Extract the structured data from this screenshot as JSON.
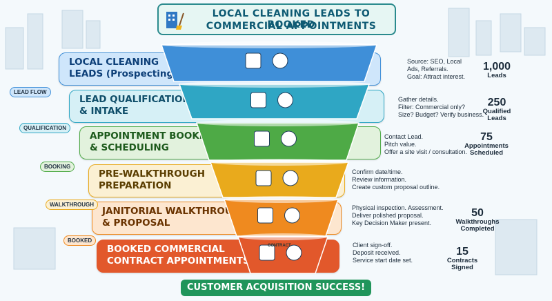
{
  "title": {
    "line1": "LOCAL CLEANING LEADS TO BOOKED",
    "line2": "COMMERCIAL APPOINTMENTS"
  },
  "stages": [
    {
      "label_lines": [
        "LOCAL CLEANING",
        "LEADS (Prospecting)"
      ],
      "details": [
        "Source: SEO, Local",
        "Ads, Referrals.",
        "Goal: Attract interest."
      ],
      "metric_value": "1,000",
      "metric_unit": [
        "Leads"
      ],
      "chip": "LEAD FLOW",
      "color": "#3f8fd8"
    },
    {
      "label_lines": [
        "LEAD QUALIFICATION",
        "& INTAKE"
      ],
      "details": [
        "Gather details.",
        "Filter: Commercial only?",
        "Size? Budget? Verify business."
      ],
      "metric_value": "250",
      "metric_unit": [
        "Qualified",
        "Leads"
      ],
      "chip": "QUALIFICATION",
      "color": "#2fa6c4"
    },
    {
      "label_lines": [
        "APPOINTMENT BOOKING",
        "& SCHEDULING"
      ],
      "details": [
        "Contact Lead.",
        "Pitch value.",
        "Offer a site visit / consultation."
      ],
      "metric_value": "75",
      "metric_unit": [
        "Appointments",
        "Scheduled"
      ],
      "chip": "BOOKING",
      "color": "#4eaa46"
    },
    {
      "label_lines": [
        "PRE-WALKTHROUGH",
        "PREPARATION"
      ],
      "details": [
        "Confirm date/time.",
        "Review information.",
        "Create custom proposal outline."
      ],
      "metric_value": "",
      "metric_unit": [],
      "chip": "WALKTHROUGH",
      "color": "#e9aa1c"
    },
    {
      "label_lines": [
        "JANITORIAL WALKTHROUGH",
        "& PROPOSAL"
      ],
      "details": [
        "Physical inspection. Assessment.",
        "Deliver polished proposal.",
        "Key Decision Maker present."
      ],
      "metric_value": "50",
      "metric_unit": [
        "Walkthroughs",
        "Completed"
      ],
      "chip": "BOOKED",
      "color": "#ef8a1f"
    },
    {
      "label_lines": [
        "BOOKED COMMERCIAL",
        "CONTRACT APPOINTMENTS"
      ],
      "details": [
        "Client sign-off.",
        "Deposit received.",
        "Service start date set."
      ],
      "metric_value": "15",
      "metric_unit": [
        "Contracts",
        "Signed"
      ],
      "chip": "",
      "color": "#e2582b"
    }
  ],
  "contract_label": "CONTRACT",
  "footer": "CUSTOMER ACQUISITION SUCCESS!"
}
